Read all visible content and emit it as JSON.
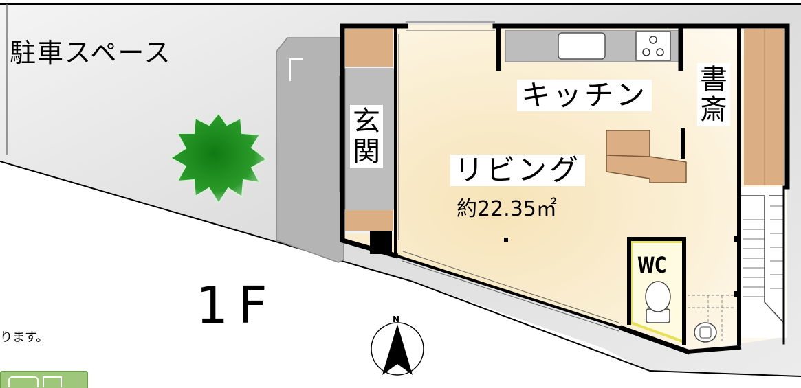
{
  "plan": {
    "floor_label": "1F",
    "rooms": {
      "parking": "駐車スペース",
      "entrance": "玄関",
      "kitchen": "キッチン",
      "living": "リビング",
      "living_area": "約22.35㎡",
      "study": "書斎",
      "wc": "WC"
    },
    "compass_label": "N",
    "note_text": "ります。"
  },
  "colors": {
    "outdoor": "#d9d9d9",
    "floor": "#fbf2dc",
    "wood": "#dcae84",
    "counter": "#bdbdbd",
    "tree": "#1a8a1a",
    "wc_border": "#e8e05a",
    "wall": "#000000"
  },
  "icons": [
    "tree-icon",
    "compass-icon",
    "sink-icon",
    "stove-icon",
    "toilet-icon",
    "stairs-icon"
  ]
}
